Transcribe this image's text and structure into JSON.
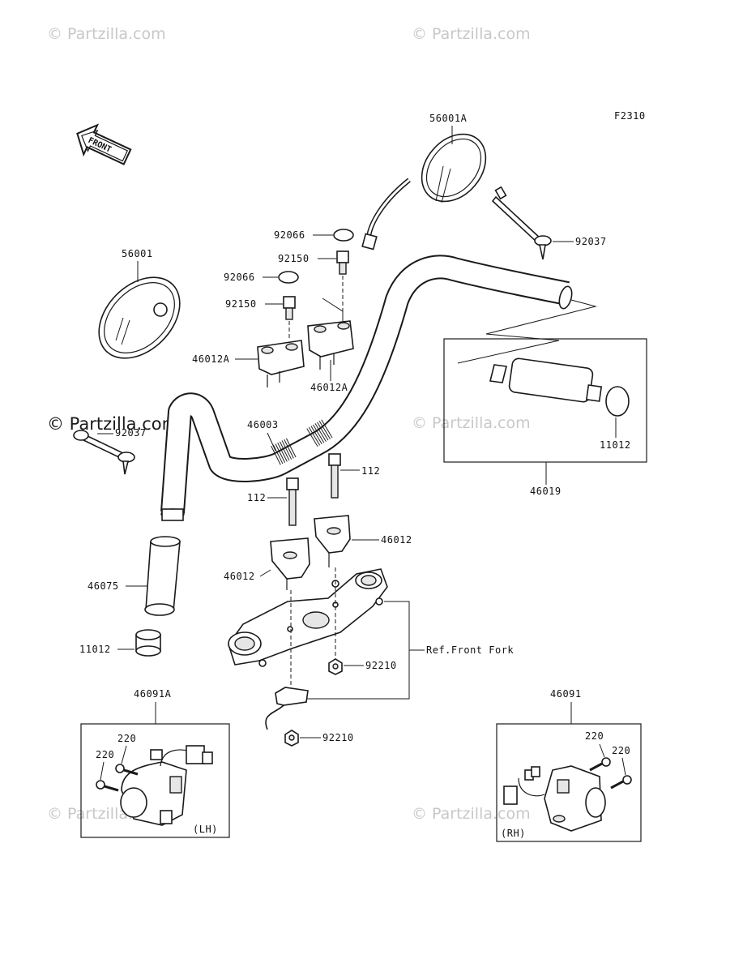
{
  "diagram_code": "F2310",
  "front_label": "FRONT",
  "watermark": "© Partzilla.com",
  "labels": {
    "p56001A": "56001A",
    "p56001": "56001",
    "p92066a": "92066",
    "p92066b": "92066",
    "p92150a": "92150",
    "p92150b": "92150",
    "p92037a": "92037",
    "p92037b": "92037",
    "p46012Aa": "46012A",
    "p46012Ab": "46012A",
    "p46003": "46003",
    "p11012a": "11012",
    "p11012b": "11012",
    "p46019": "46019",
    "p112a": "112",
    "p112b": "112",
    "p46012a": "46012",
    "p46012b": "46012",
    "p46075": "46075",
    "p92210a": "92210",
    "p92210b": "92210",
    "ref_front_fork": "Ref.Front Fork",
    "p46091A": "46091A",
    "p46091": "46091",
    "p220a": "220",
    "p220b": "220",
    "p220c": "220",
    "p220d": "220",
    "lh": "(LH)",
    "rh": "(RH)"
  }
}
